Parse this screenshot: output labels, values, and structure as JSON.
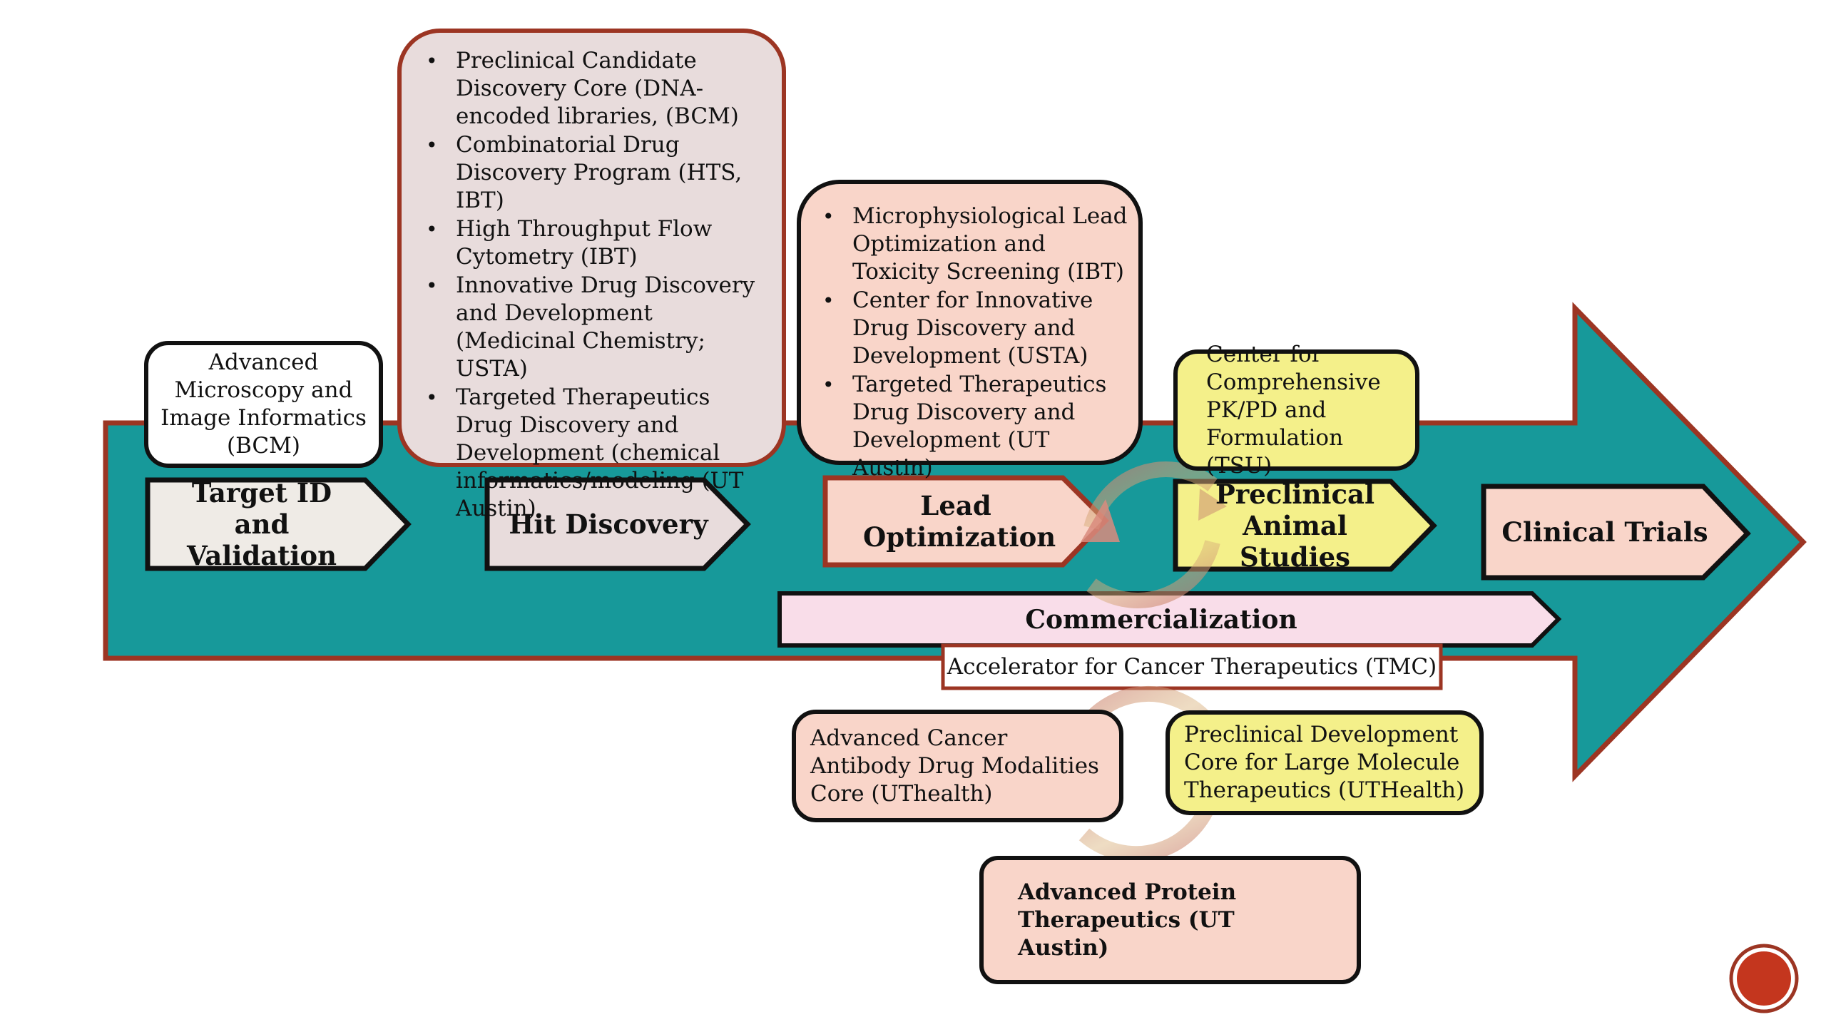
{
  "colors": {
    "arrow_fill": "#17999a",
    "arrow_border": "#9c3523",
    "gray_box": "#efebe6",
    "mauve_box": "#e8dcdc",
    "salmon_box": "#f9d5c9",
    "yellow_box": "#f4f08a",
    "pink_bar": "#f9dde9",
    "red_outline": "#9c3523"
  },
  "stages": {
    "target_id": "Target ID and Validation",
    "hit_discovery": "Hit Discovery",
    "lead_optimization": "Lead Optimization",
    "preclinical_animal": "Preclinical Animal Studies",
    "clinical_trials": "Clinical Trials"
  },
  "commercialization": {
    "label": "Commercialization",
    "accelerator": "Accelerator for Cancer Therapeutics (TMC)"
  },
  "callouts": {
    "microscopy": "Advanced Microscopy and Image Informatics (BCM)",
    "hit_discovery_items": [
      "Preclinical  Candidate Discovery Core (DNA-encoded libraries, (BCM)",
      "Combinatorial Drug Discovery Program (HTS, IBT)",
      "High Throughput Flow Cytometry (IBT)",
      "Innovative Drug Discovery and Development (Medicinal Chemistry; USTA)",
      "Targeted Therapeutics Drug Discovery and Development (chemical informatics/modeling (UT Austin)"
    ],
    "lead_opt_items": [
      "Microphysiological Lead Optimization and Toxicity Screening (IBT)",
      "Center for Innovative Drug Discovery and Development (USTA)",
      "Targeted Therapeutics Drug Discovery and Development (UT Austin)"
    ],
    "pkpd": "Center for Comprehensive PK/PD and Formulation (TSU)",
    "antibody": "Advanced Cancer Antibody Drug Modalities Core (UThealth)",
    "large_molecule": "Preclinical Development Core for Large Molecule Therapeutics (UTHealth)",
    "protein": "Advanced Protein Therapeutics (UT Austin)"
  }
}
